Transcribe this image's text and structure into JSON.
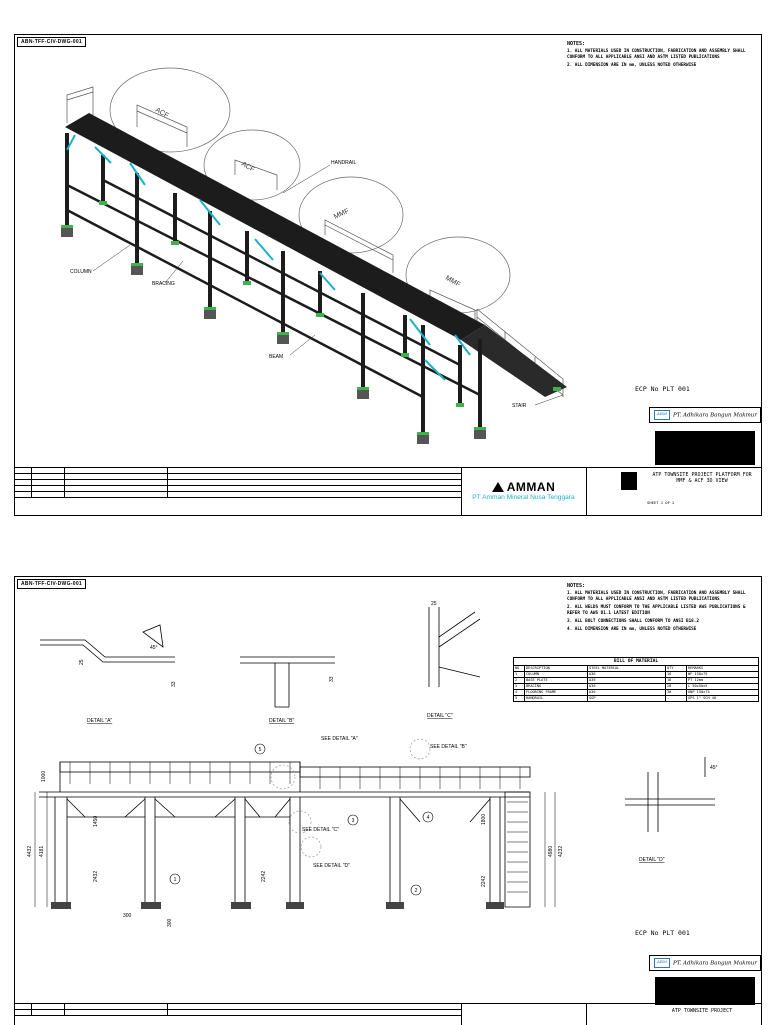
{
  "sheet1": {
    "drawing_no": "ABN-TFF-CIV-DWG-001",
    "notes_heading": "NOTES:",
    "notes": [
      "1. ALL MATERIALS USED IN CONSTRUCTION, FABRICATION AND ASSEMBLY SHALL CONFORM TO ALL APPLICABLE ANSI AND ASTM LISTED PUBLICATIONS",
      "2. ALL DIMENSION ARE IN mm, UNLESS NOTED OTHERWISE"
    ],
    "tanks": [
      "ACF",
      "ACF",
      "MMF",
      "MMF"
    ],
    "callouts": {
      "handrail": "HANDRAIL",
      "column": "COLUMN",
      "bracing": "BRACING",
      "beam": "BEAM",
      "stair": "STAIR"
    },
    "ecp_no": "ECP No PLT 001",
    "consultant": "PT. Adhikara Bangun Makmur",
    "client_logo": "AMMAN",
    "client_name": "PT Amman Mineral Nusa Tenggara",
    "project_title": "ATP TOWNSITE PROJECT PLATFORM FOR MMF & ACF 3D VIEW",
    "sheet_no": "SHEET 1 OF 2"
  },
  "sheet2": {
    "drawing_no": "ABN-TFF-CIV-DWG-001",
    "notes_heading": "NOTES:",
    "notes": [
      "1. ALL MATERIALS USED IN CONSTRUCTION, FABRICATION AND ASSEMBLY SHALL CONFORM TO ALL APPLICABLE ANSI AND ASTM LISTED PUBLICATIONS",
      "2. ALL WELDS MUST CONFORM TO THE APPLICABLE LISTED AWS PUBLICATIONS & REFER TO AWS D1.1 LATEST EDITION",
      "3. ALL BOLT CONNECTIONS SHALL CONFORM TO ANSI B18.2",
      "4. ALL DIMENSION ARE IN mm, UNLESS NOTED OTHERWISE"
    ],
    "details": {
      "a": "DETAIL \"A\"",
      "b": "DETAIL \"B\"",
      "c": "DETAIL \"C\"",
      "d": "DETAIL \"D\""
    },
    "see_details": {
      "a": "SEE DETAIL \"A\"",
      "b": "SEE DETAIL \"B\"",
      "c": "SEE DETAIL \"C\"",
      "d": "SEE DETAIL \"D\""
    },
    "dims": {
      "d1": "4432",
      "d2": "4181",
      "d3": "1000",
      "d4": "1450",
      "d5": "2432",
      "d6": "2242",
      "d7": "1800",
      "d8": "4980",
      "d9": "4232",
      "d10": "2242",
      "d11": "300",
      "d12": "300",
      "d13": "25",
      "d14": "33",
      "d15": "33",
      "d16": "45°",
      "d17": "25",
      "d18": "45°"
    },
    "balloons": [
      "1",
      "2",
      "3",
      "4",
      "5"
    ],
    "bom": {
      "title": "BILL OF MATERIAL",
      "headers": [
        "NO",
        "DESCRIPTION",
        "STEEL MATERIAL",
        "QTY",
        "REMARKS"
      ],
      "rows": [
        [
          "1",
          "COLUMN",
          "A36",
          "16",
          "WF 150x75"
        ],
        [
          "2",
          "BASE PLATE",
          "A36",
          "16",
          "PT 12mm"
        ],
        [
          "3",
          "BRACING",
          "A36",
          "28",
          "L 50x50x5"
        ],
        [
          "4",
          "FLOORING FRAME",
          "A36",
          "30",
          "UNP 150x75"
        ],
        [
          "5",
          "HANDRAIL",
          "SGP",
          "-",
          "GPS 1\" SCH 40"
        ]
      ]
    },
    "ecp_no": "ECP No PLT 001",
    "consultant": "PT. Adhikara Bangun Makmur",
    "project_title": "ATP TOWNSITE PROJECT"
  },
  "colors": {
    "steel_dark": "#1c1c1c",
    "bracing": "#1fb0c7",
    "footing": "#3cb44b",
    "concrete": "#555555",
    "company_text": "#1fb0c7"
  }
}
